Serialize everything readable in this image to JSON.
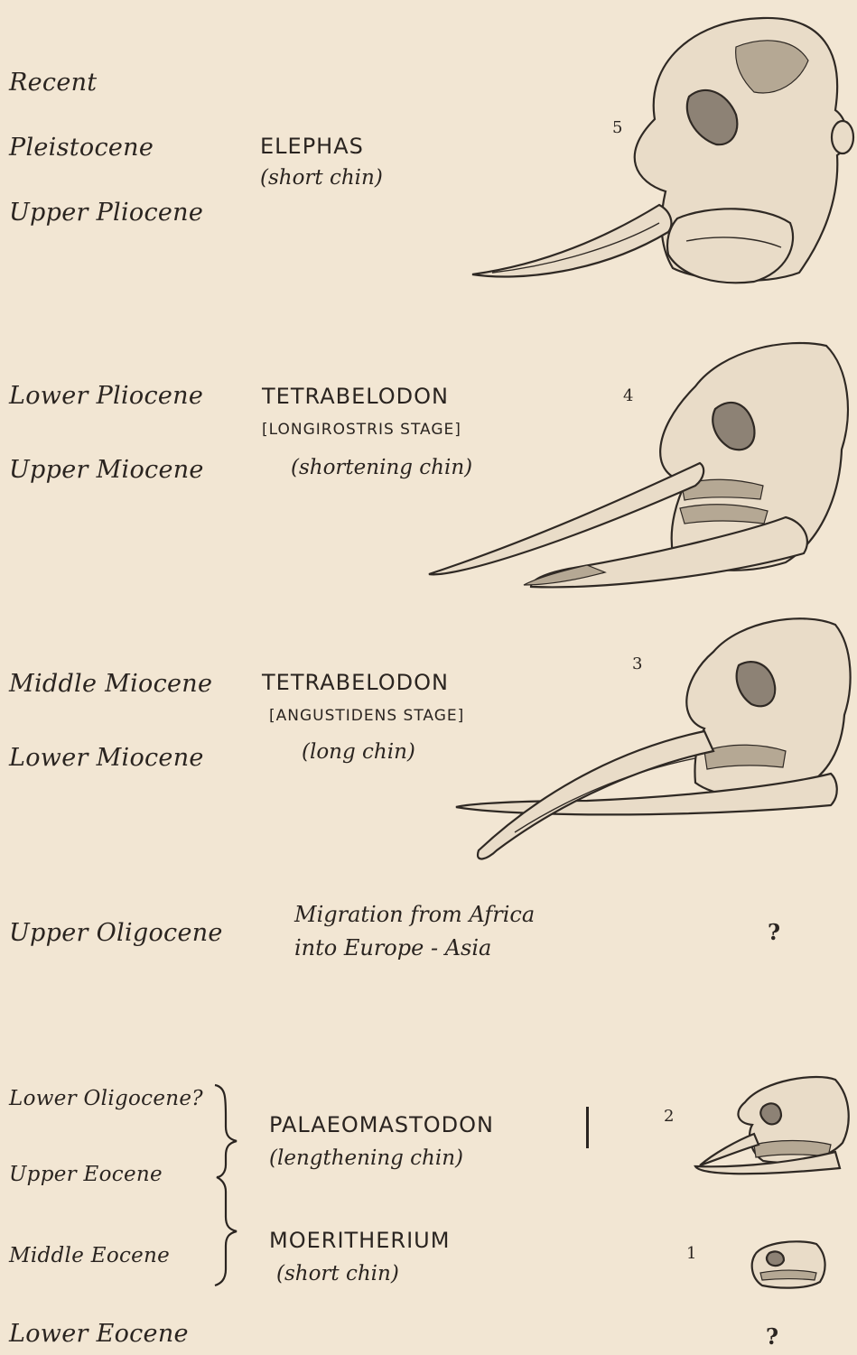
{
  "epochs": {
    "recent": "Recent",
    "pleistocene": "Pleistocene",
    "upper_pliocene": "Upper Pliocene",
    "lower_pliocene": "Lower Pliocene",
    "upper_miocene": "Upper Miocene",
    "middle_miocene": "Middle Miocene",
    "lower_miocene": "Lower Miocene",
    "upper_oligocene": "Upper Oligocene",
    "lower_oligocene": "Lower Oligocene?",
    "upper_eocene": "Upper Eocene",
    "middle_eocene": "Middle Eocene",
    "lower_eocene": "Lower Eocene"
  },
  "stages": {
    "s5": {
      "number": "5",
      "genus": "ELEPHAS",
      "chin": "(short chin)"
    },
    "s4": {
      "number": "4",
      "genus": "TETRABELODON",
      "stage": "[LONGIROSTRIS STAGE]",
      "chin": "(shortening chin)"
    },
    "s3": {
      "number": "3",
      "genus": "TETRABELODON",
      "stage": "[ANGUSTIDENS STAGE]",
      "chin": "(long chin)"
    },
    "s2": {
      "number": "2",
      "genus": "PALAEOMASTODON",
      "chin": "(lengthening chin)"
    },
    "s1": {
      "number": "1",
      "genus": "MOERITHERIUM",
      "chin": "(short chin)"
    }
  },
  "migration": {
    "line1": "Migration from Africa",
    "line2": "into Europe - Asia"
  },
  "unknown_marks": {
    "oligocene": "?",
    "lower_eocene": "?"
  }
}
